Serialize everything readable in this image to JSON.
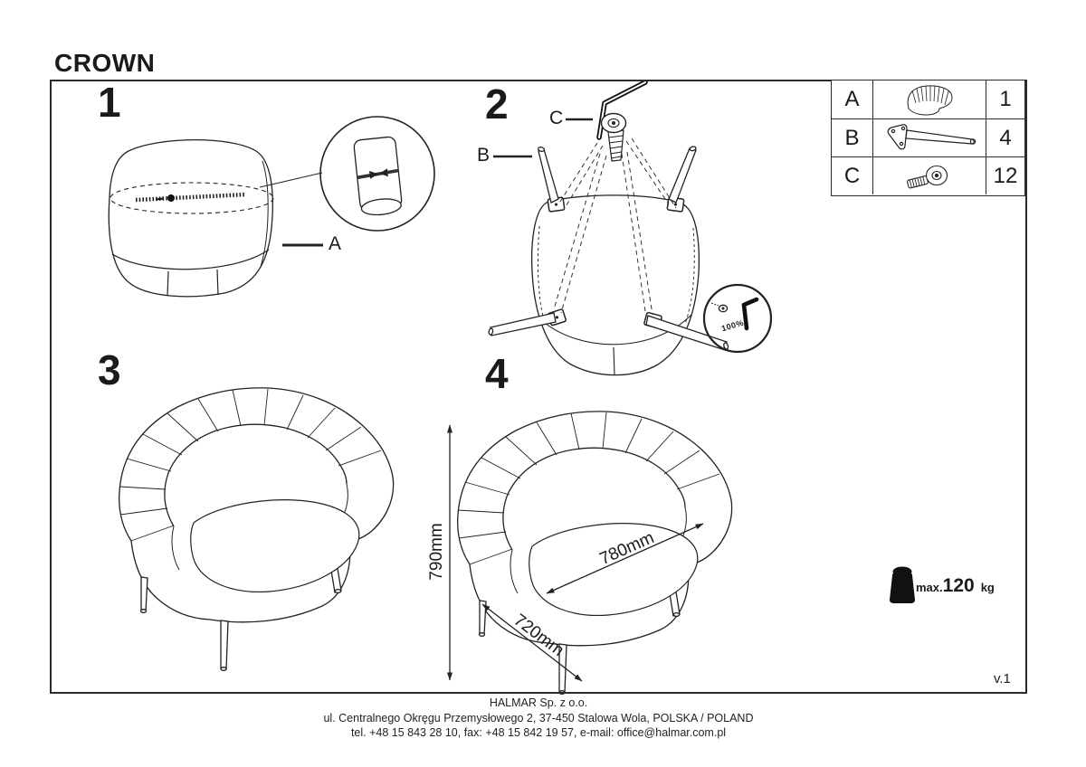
{
  "title": "CROWN",
  "version": "v.1",
  "colors": {
    "ink": "#1f1f1f",
    "background": "#ffffff"
  },
  "steps": [
    {
      "number": "1"
    },
    {
      "number": "2"
    },
    {
      "number": "3"
    },
    {
      "number": "4"
    }
  ],
  "labels": {
    "part_a": "A",
    "part_b": "B",
    "part_c": "C"
  },
  "parts_table": {
    "rows": [
      {
        "letter": "A",
        "icon": "chair-shell-icon",
        "qty": "1"
      },
      {
        "letter": "B",
        "icon": "leg-icon",
        "qty": "4"
      },
      {
        "letter": "C",
        "icon": "screw-icon",
        "qty": "12"
      }
    ]
  },
  "dimensions": {
    "height": "790mm",
    "width": "780mm",
    "depth": "720mm"
  },
  "annotations": {
    "tighten": "100%"
  },
  "weight_limit": {
    "prefix": "max.",
    "value": "120",
    "unit": "kg"
  },
  "footer": {
    "company": "HALMAR Sp. z o.o.",
    "address": "ul. Centralnego Okręgu Przemysłowego 2, 37-450 Stalowa Wola, POLSKA / POLAND",
    "contact": "tel. +48 15 843 28 10, fax: +48 15 842 19 57, e-mail: office@halmar.com.pl"
  }
}
